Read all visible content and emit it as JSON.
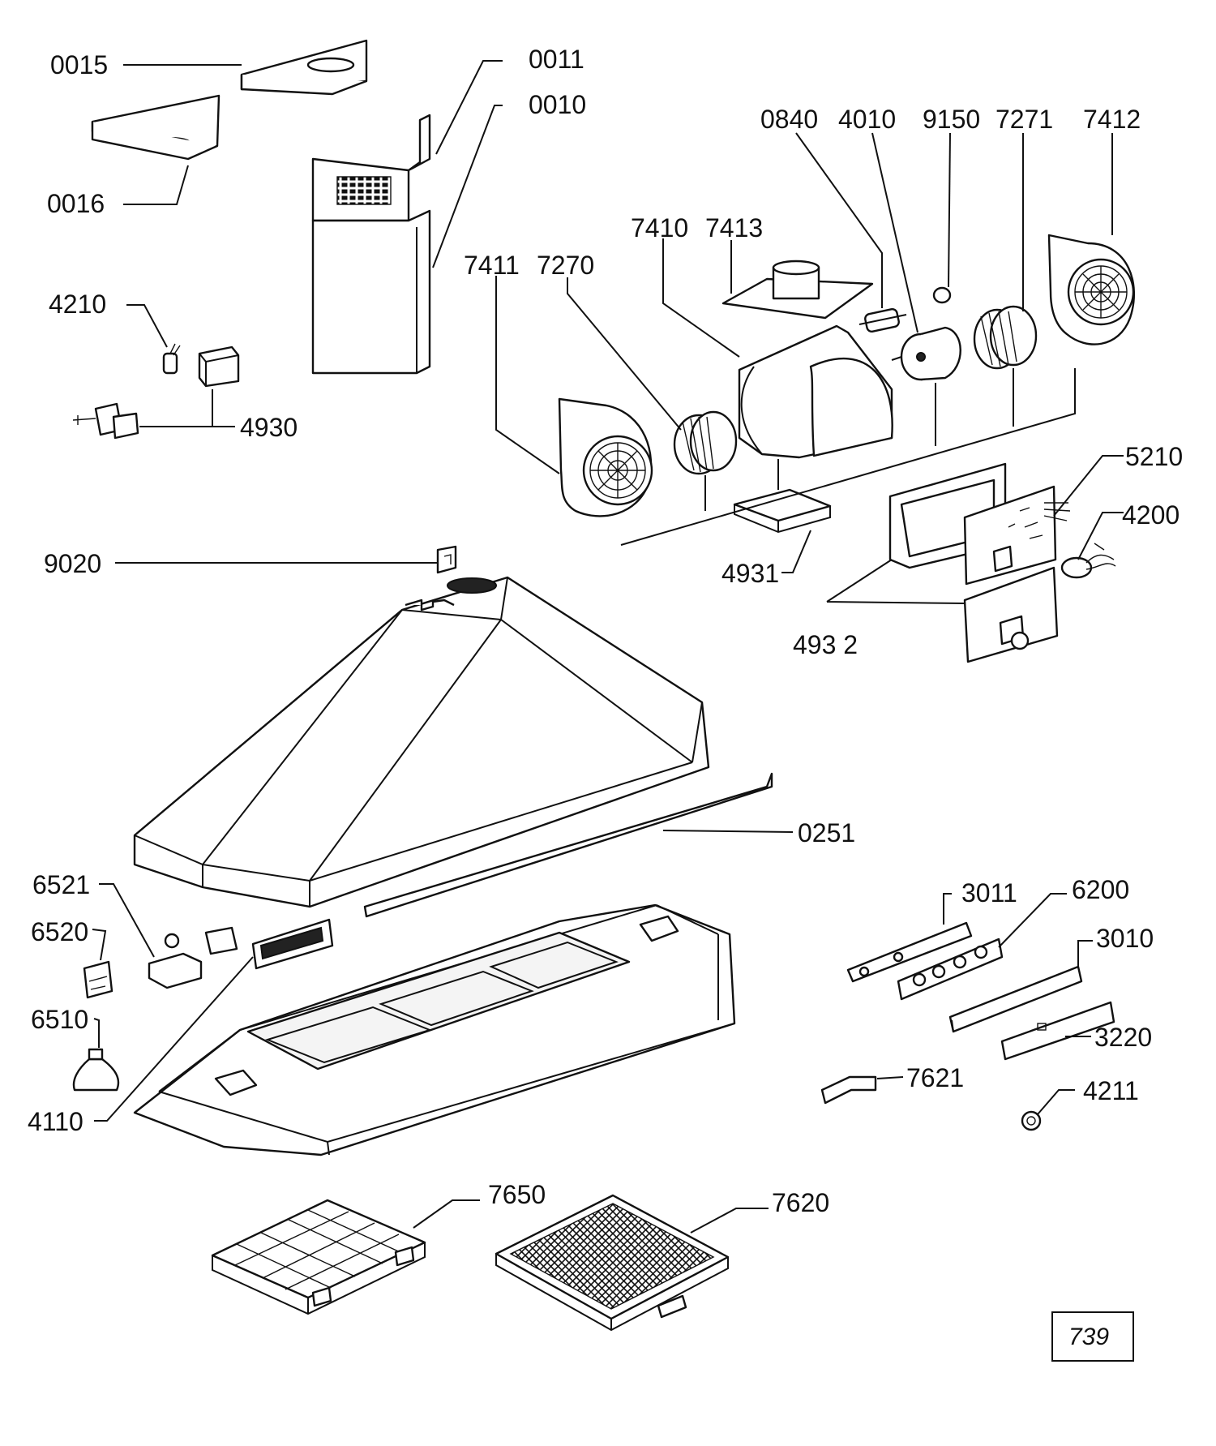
{
  "parts": {
    "p0015": "0015",
    "p0011": "0011",
    "p0010": "0010",
    "p0016": "0016",
    "p4210": "4210",
    "p4930": "4930",
    "p0840": "0840",
    "p4010": "4010",
    "p9150": "9150",
    "p7271": "7271",
    "p7412": "7412",
    "p7410": "7410",
    "p7413": "7413",
    "p7411": "7411",
    "p7270": "7270",
    "p5210": "5210",
    "p4200": "4200",
    "p4931": "4931",
    "p4932": "493 2",
    "p9020": "9020",
    "p0251": "0251",
    "p6521": "6521",
    "p6520": "6520",
    "p6510": "6510",
    "p4110": "4110",
    "p3011": "3011",
    "p6200": "6200",
    "p3010": "3010",
    "p3220": "3220",
    "p7621": "7621",
    "p4211": "4211",
    "p7650": "7650",
    "p7620": "7620"
  },
  "page_number": "739"
}
